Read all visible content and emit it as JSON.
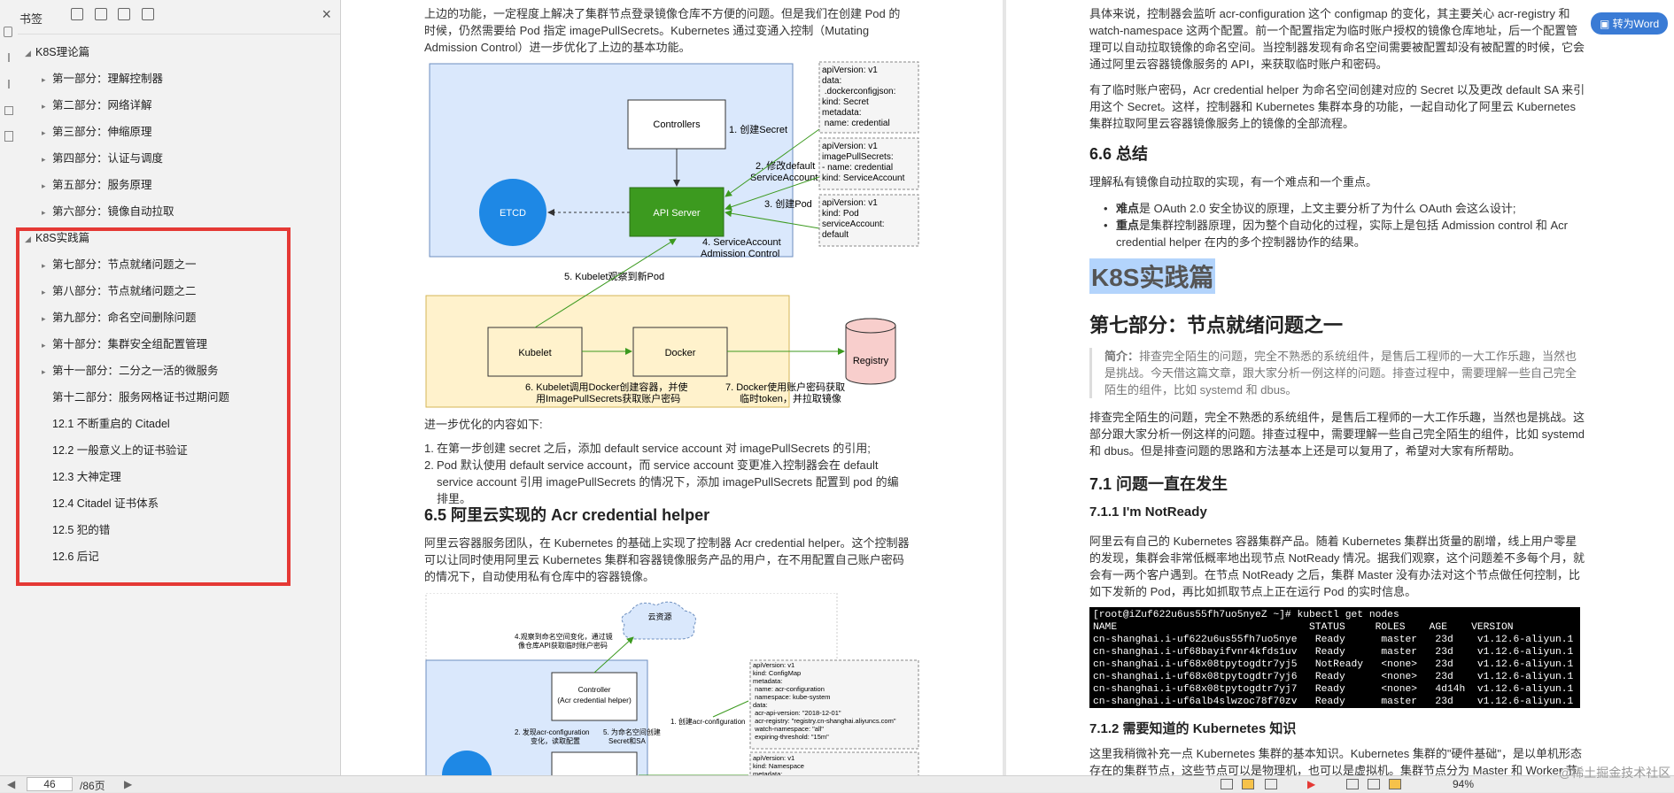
{
  "sidebar": {
    "title": "书签",
    "items": [
      {
        "label": "K8S理论篇",
        "level": 0,
        "expanded": true
      },
      {
        "label": "第一部分：理解控制器",
        "level": 1
      },
      {
        "label": "第二部分：网络详解",
        "level": 1
      },
      {
        "label": "第三部分：伸缩原理",
        "level": 1
      },
      {
        "label": "第四部分：认证与调度",
        "level": 1
      },
      {
        "label": "第五部分：服务原理",
        "level": 1
      },
      {
        "label": "第六部分：镜像自动拉取",
        "level": 1
      },
      {
        "label": "K8S实践篇",
        "level": 0,
        "expanded": true
      },
      {
        "label": "第七部分：节点就绪问题之一",
        "level": 1
      },
      {
        "label": "第八部分：节点就绪问题之二",
        "level": 1
      },
      {
        "label": "第九部分：命名空间删除问题",
        "level": 1
      },
      {
        "label": "第十部分：集群安全组配置管理",
        "level": 1
      },
      {
        "label": "第十一部分：二分之一活的微服务",
        "level": 1
      },
      {
        "label": "第十二部分：服务网格证书过期问题",
        "level": 1
      },
      {
        "label": "12.1 不断重启的 Citadel",
        "level": 1
      },
      {
        "label": "12.2 一般意义上的证书验证",
        "level": 1
      },
      {
        "label": "12.3 大神定理",
        "level": 1
      },
      {
        "label": "12.4 Citadel 证书体系",
        "level": 1
      },
      {
        "label": "12.5 犯的错",
        "level": 1
      },
      {
        "label": "12.6 后记",
        "level": 1
      }
    ]
  },
  "left_page": {
    "intro": "上边的功能，一定程度上解决了集群节点登录镜像仓库不方便的问题。但是我们在创建 Pod 的时候，仍然需要给 Pod 指定 imagePullSecrets。Kubernetes 通过变通入控制（Mutating Admission Control）进一步优化了上边的基本功能。",
    "diagram1": {
      "controllers": "Controllers",
      "etcd": "ETCD",
      "api_server": "API Server",
      "step1": "1. 创建Secret",
      "step2a": "2. 修改default",
      "step2b": "ServiceAccount",
      "step3": "3. 创建Pod",
      "step4a": "4. ServiceAccount",
      "step4b": "Admission Control",
      "step5": "5. Kubelet观察到新Pod",
      "kubelet": "Kubelet",
      "docker": "Docker",
      "registry": "Registry",
      "step6a": "6. Kubelet调用Docker创建容器，并使",
      "step6b": "用ImagePullSecrets获取账户密码",
      "step7a": "7. Docker使用账户密码获取",
      "step7b": "临时token，并拉取镜像",
      "yaml1": [
        "apiVersion: v1",
        "data:",
        "  .dockerconfigjson:",
        "kind: Secret",
        "metadata:",
        "  name: credential"
      ],
      "yaml2": [
        "apiVersion: v1",
        "imagePullSecrets:",
        "- name: credential",
        "kind: ServiceAccount"
      ],
      "yaml3": [
        "apiVersion: v1",
        "kind: Pod",
        "serviceAccount:",
        "default"
      ]
    },
    "further": "进一步优化的内容如下:",
    "list": [
      "在第一步创建 secret 之后，添加 default service account 对 imagePullSecrets 的引用;",
      "Pod 默认使用 default service account，而 service account 变更准入控制器会在 default service account 引用 imagePullSecrets 的情况下，添加 imagePullSecrets 配置到 pod 的编排里。"
    ],
    "section": "6.5 阿里云实现的 Acr credential helper",
    "section_body": "阿里云容器服务团队，在 Kubernetes 的基础上实现了控制器 Acr credential helper。这个控制器可以让同时使用阿里云 Kubernetes 集群和容器镜像服务产品的用户，在不用配置自己账户密码的情况下，自动使用私有仓库中的容器镜像。",
    "diagram2": {
      "cloud": "云资源",
      "note4a": "4.观察到命名空间变化，通过镜",
      "note4b": "像仓库API获取临时账户密码",
      "controller": "Controller",
      "controller_sub": "(Acr credential helper)",
      "step2a": "2. 发现acr-configuration",
      "step2b": "变化，读取配置",
      "step5a": "5. 为命名空间创建",
      "step5b": "Secret和SA",
      "step1": "1. 创建acr-configuration",
      "yaml": [
        "apiVersion: v1",
        "kind: ConfigMap",
        "metadata:",
        "  name: acr-configuration",
        "  namespace: kube-system",
        "data:",
        "  acr-api-version: \"2018-12-01\"",
        "  acr-registry: \"registry.cn-shanghai.aliyuncs.com\"",
        "  watch-namespace: \"all\"",
        "  expiring-threshold: \"15m\""
      ],
      "yaml_b": [
        "apiVersion: v1",
        "kind: Namespace",
        "metadata:"
      ]
    }
  },
  "right_page": {
    "p1": "具体来说，控制器会监听 acr-configuration 这个 configmap 的变化，其主要关心 acr-registry 和 watch-namespace 这两个配置。前一个配置指定为临时账户授权的镜像仓库地址，后一个配置管理可以自动拉取镜像的命名空间。当控制器发现有命名空间需要被配置却没有被配置的时候，它会通过阿里云容器镜像服务的 API，来获取临时账户和密码。",
    "p2": "有了临时账户密码，Acr credential helper 为命名空间创建对应的 Secret 以及更改 default SA 来引用这个 Secret。这样，控制器和 Kubernetes 集群本身的功能，一起自动化了阿里云 Kubernetes 集群拉取阿里云容器镜像服务上的镜像的全部流程。",
    "h66": "6.6 总结",
    "p3": "理解私有镜像自动拉取的实现，有一个难点和一个重点。",
    "bullet1_bold": "难点",
    "bullet1": "是 OAuth 2.0 安全协议的原理，上文主要分析了为什么 OAuth 会这么设计;",
    "bullet2_bold": "重点",
    "bullet2": "是集群控制器原理，因为整个自动化的过程，实际上是包括 Admission control 和 Acr credential helper 在内的多个控制器协作的结果。",
    "part_title": "K8S实践篇",
    "h7": "第七部分：节点就绪问题之一",
    "quote_label": "简介：",
    "quote": "排查完全陌生的问题，完全不熟悉的系统组件，是售后工程师的一大工作乐趣，当然也是挑战。今天借这篇文章，跟大家分析一例这样的问题。排查过程中，需要理解一些自己完全陌生的组件，比如 systemd 和 dbus。",
    "p4": "排查完全陌生的问题，完全不熟悉的系统组件，是售后工程师的一大工作乐趣，当然也是挑战。这部分跟大家分析一例这样的问题。排查过程中，需要理解一些自己完全陌生的组件，比如 systemd 和 dbus。但是排查问题的思路和方法基本上还是可以复用了，希望对大家有所帮助。",
    "h71": "7.1 问题一直在发生",
    "h711": "7.1.1 I'm NotReady",
    "p5": "阿里云有自己的 Kubernetes 容器集群产品。随着 Kubernetes 集群出货量的剧增，线上用户零星的发现，集群会非常低概率地出现节点 NotReady 情况。据我们观察，这个问题差不多每个月，就会有一两个客户遇到。在节点 NotReady 之后，集群 Master 没有办法对这个节点做任何控制，比如下发新的 Pod，再比如抓取节点上正在运行 Pod 的实时信息。",
    "terminal": [
      "[root@iZuf622u6us55fh7uo5nyeZ ~]# kubectl get nodes",
      "NAME                                STATUS     ROLES    AGE    VERSION",
      "cn-shanghai.i-uf622u6us55fh7uo5nye   Ready      master   23d    v1.12.6-aliyun.1",
      "cn-shanghai.i-uf68bayifvnr4kfds1uv   Ready      master   23d    v1.12.6-aliyun.1",
      "cn-shanghai.i-uf68x08tpytogdtr7yj5   NotReady   <none>   23d    v1.12.6-aliyun.1",
      "cn-shanghai.i-uf68x08tpytogdtr7yj6   Ready      <none>   23d    v1.12.6-aliyun.1",
      "cn-shanghai.i-uf68x08tpytogdtr7yj7   Ready      <none>   4d14h  v1.12.6-aliyun.1",
      "cn-shanghai.i-uf6alb4slwzoc78f70zv   Ready      master   23d    v1.12.6-aliyun.1"
    ],
    "h712": "7.1.2 需要知道的 Kubernetes 知识",
    "p6": "这里我稍微补充一点 Kubernetes 集群的基本知识。Kubernetes 集群的\"硬件基础\"，是以单机形态存在的集群节点，这些节点可以是物理机，也可以是虚拟机。集群节点分为 Master 和 Worker 节点。",
    "word_button": "转为Word"
  },
  "bottombar": {
    "page_input": "46",
    "page_total": "/86页",
    "zoom": "94%",
    "watermark": "@稀土掘金技术社区"
  },
  "colors": {
    "accent": "#3a7bd5",
    "highlight": "#e53935",
    "api_green": "#3c9a1f"
  }
}
